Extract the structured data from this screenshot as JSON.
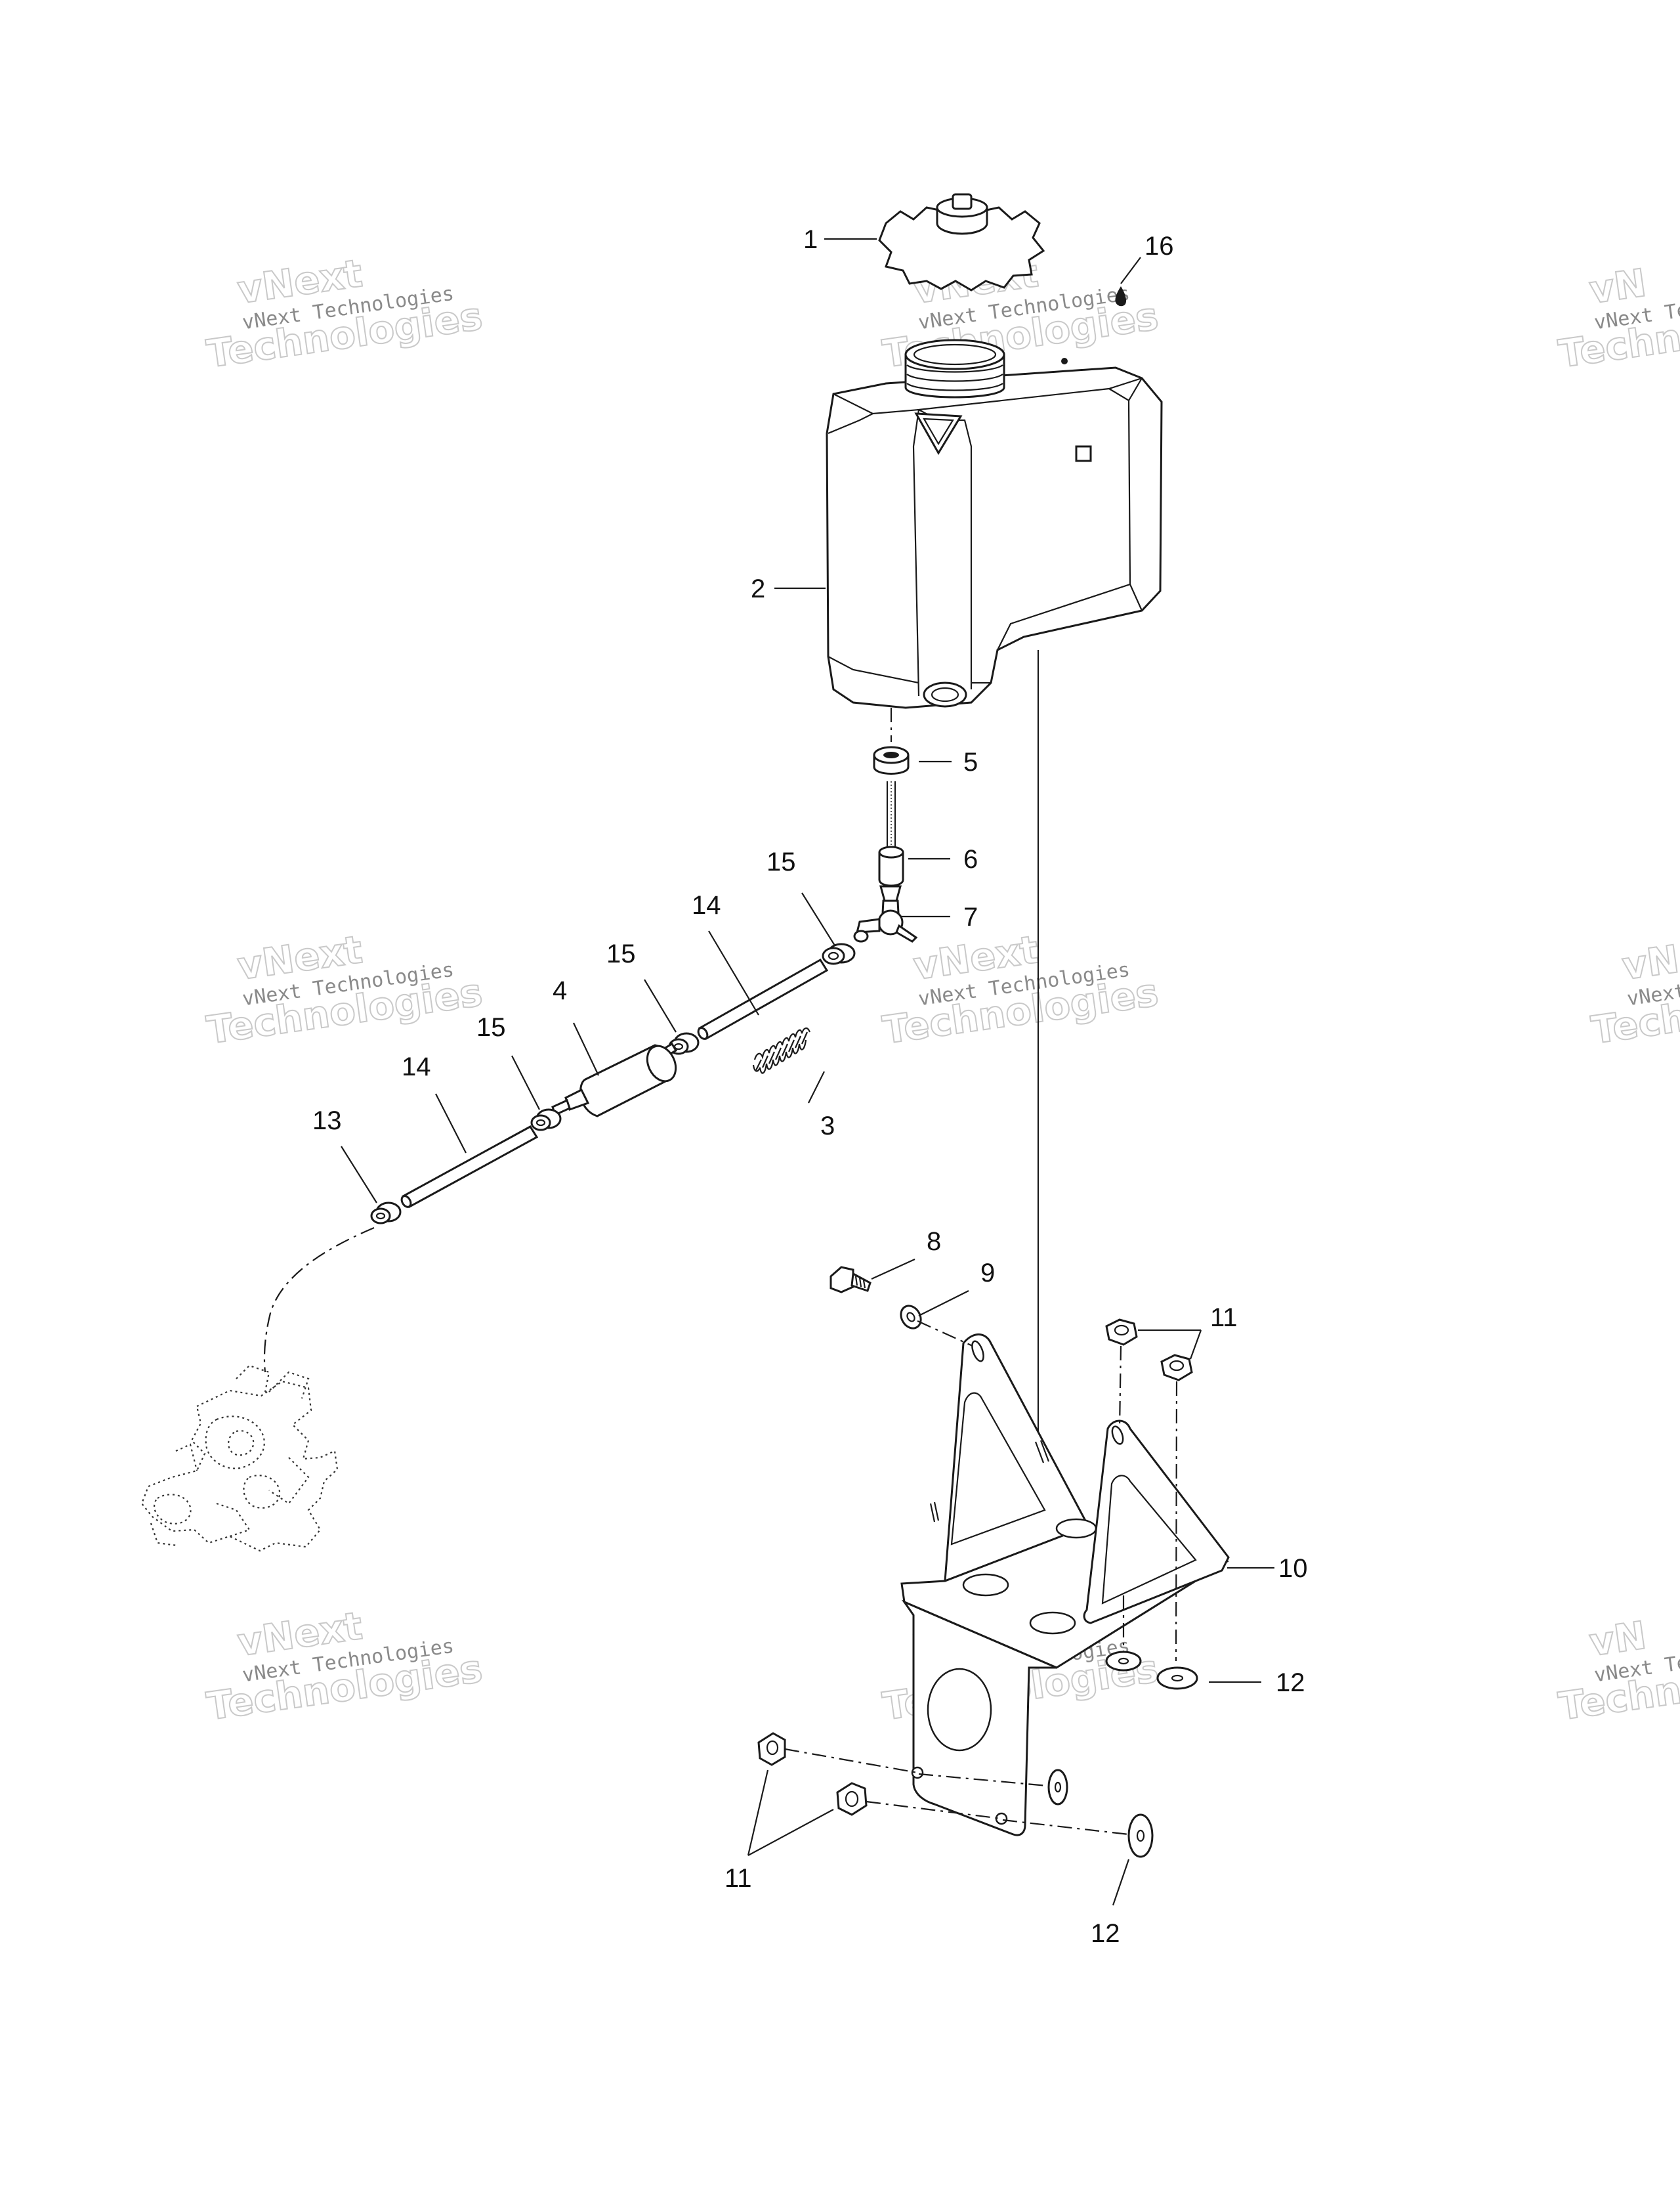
{
  "watermarks": {
    "line1": "vNext Technologies",
    "line2": "vNext",
    "line3": "Technologies",
    "partial1": "vNext Te",
    "partial2": "Techno",
    "partial3": "vN"
  },
  "callouts": {
    "c1": "1",
    "c2": "2",
    "c3": "3",
    "c4": "4",
    "c5": "5",
    "c6": "6",
    "c7": "7",
    "c8": "8",
    "c9": "9",
    "c10": "10",
    "c11a": "11",
    "c11b": "11",
    "c12a": "12",
    "c12b": "12",
    "c13": "13",
    "c14a": "14",
    "c14b": "14",
    "c15a": "15",
    "c15b": "15",
    "c15c": "15",
    "c16": "16"
  }
}
